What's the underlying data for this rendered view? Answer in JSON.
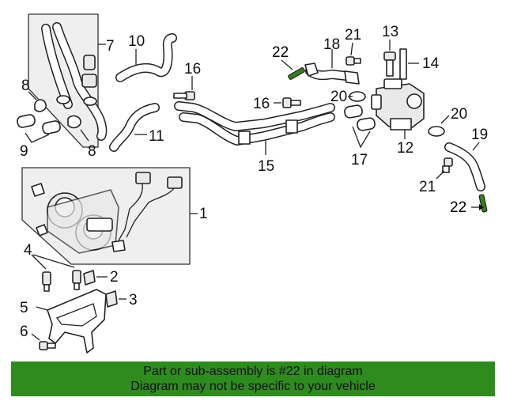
{
  "callouts": {
    "c1": "1",
    "c2": "2",
    "c3": "3",
    "c4": "4",
    "c5": "5",
    "c6": "6",
    "c7": "7",
    "c8a": "8",
    "c8b": "8",
    "c9": "9",
    "c10": "10",
    "c11": "11",
    "c12": "12",
    "c13": "13",
    "c14": "14",
    "c15": "15",
    "c16a": "16",
    "c16b": "16",
    "c17": "17",
    "c18": "18",
    "c19": "19",
    "c20a": "20",
    "c20b": "20",
    "c21a": "21",
    "c21b": "21",
    "c22a": "22",
    "c22b": "22"
  },
  "banner": {
    "line1": "Part or sub-assembly is #22 in diagram",
    "line2": "Diagram may not be specific to your vehicle"
  },
  "colors": {
    "banner_bg": "#2e8b1e",
    "highlight_part": "#3a7a22"
  }
}
